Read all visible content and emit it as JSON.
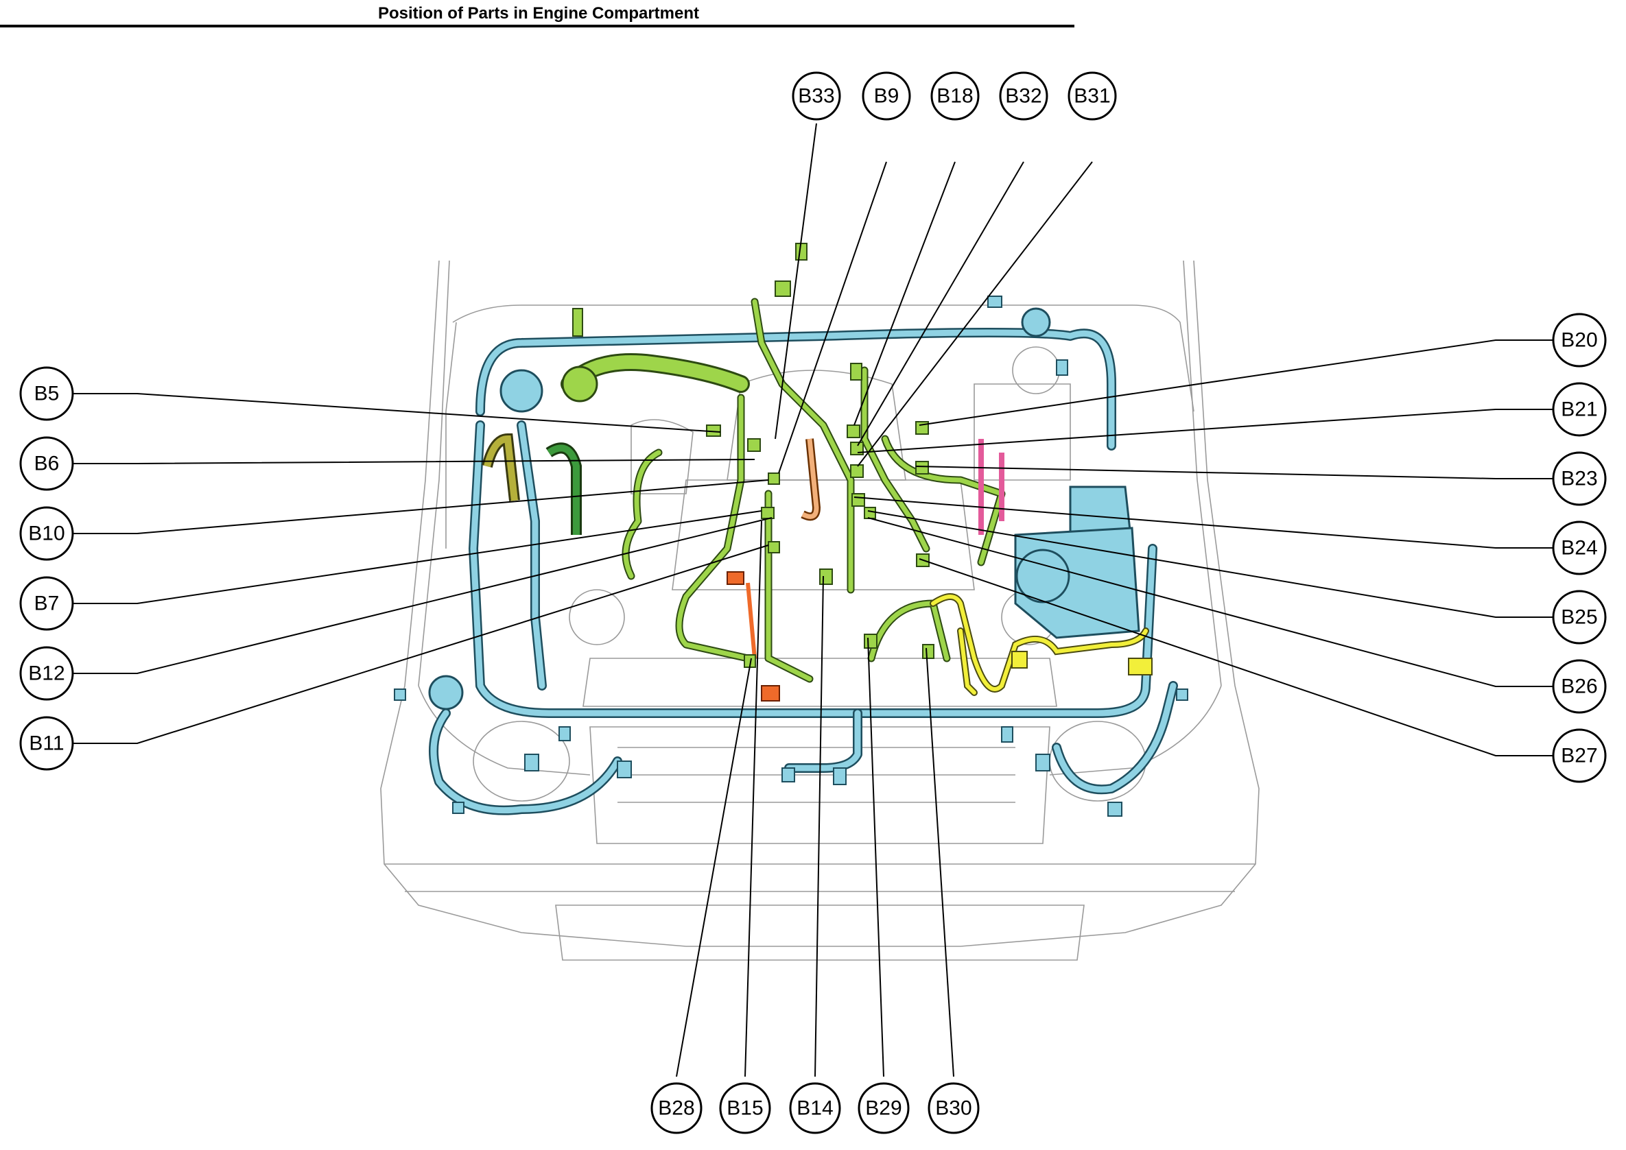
{
  "title": "Position of Parts in Engine Compartment",
  "callouts": {
    "top": [
      "B33",
      "B9",
      "B18",
      "B32",
      "B31"
    ],
    "left": [
      "B5",
      "B6",
      "B10",
      "B7",
      "B12",
      "B11"
    ],
    "right": [
      "B20",
      "B21",
      "B23",
      "B24",
      "B25",
      "B26",
      "B27"
    ],
    "bottom": [
      "B28",
      "B15",
      "B14",
      "B29",
      "B30"
    ]
  },
  "colors": {
    "harness_blue": "#8fd2e3",
    "harness_green": "#9ed54a",
    "harness_yellow": "#f2ef3a",
    "harness_orange": "#ef6a2a",
    "harness_pink": "#e35a9a"
  }
}
